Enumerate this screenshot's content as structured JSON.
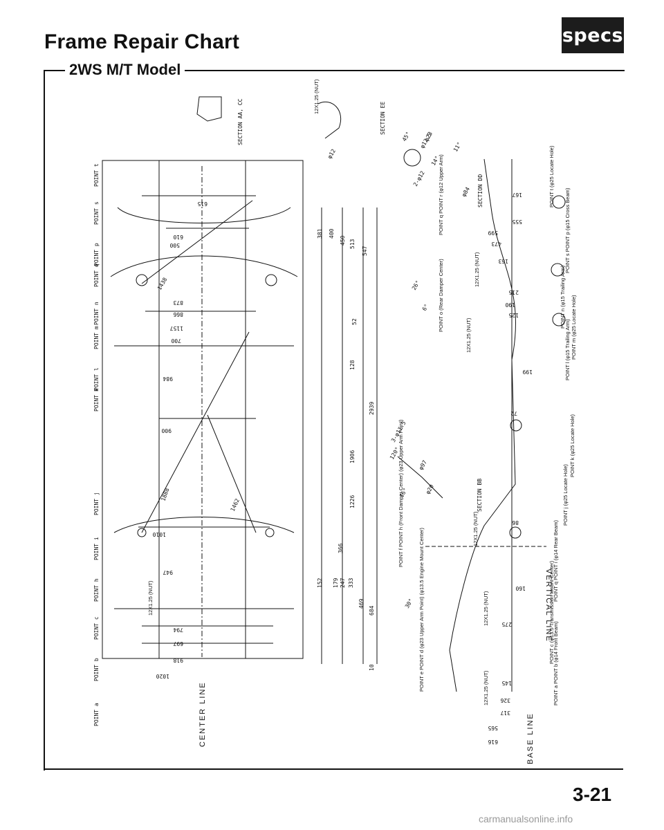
{
  "header": {
    "title": "Frame Repair Chart",
    "badge": "specs",
    "subtitle": "2WS M/T Model"
  },
  "footer": {
    "page_number": "3-21",
    "watermark": "carmanualsonline.info"
  },
  "diagram": {
    "side_labels": {
      "center_line": "CENTER LINE",
      "base_line": "BASE LINE",
      "vertical_line": "VERTICAL LINE"
    },
    "sections": [
      "SECTION AA, CC",
      "SECTION EE",
      "SECTION DD",
      "SECTION BB"
    ],
    "left_points": [
      "POINT t",
      "POINT s",
      "POINT p",
      "POINT q",
      "POINT n",
      "POINT m",
      "POINT l",
      "POINT k",
      "POINT j",
      "POINT i",
      "POINT h",
      "POINT c",
      "POINT b",
      "POINT a"
    ],
    "right_point_notes": [
      {
        "point": "POINT t",
        "note": "(φ25 Locate Hole)"
      },
      {
        "point": "POINT s  POINT p",
        "note": "(φ15 Cross Beam)"
      },
      {
        "point": "POINT n",
        "note": "(φ15 Trailing Arm)"
      },
      {
        "point": "POINT m",
        "note": "(φ25 Locate Hole)"
      },
      {
        "point": "POINT l",
        "note": "(φ15 Trailing Arm)"
      },
      {
        "point": "POINT k",
        "note": "(φ25 Locate Hole)"
      },
      {
        "point": "POINT j",
        "note": "(φ25 Locate Hole)"
      },
      {
        "point": "POINT q  POINT i",
        "note": "(φ14 Rear Beam)"
      },
      {
        "point": "POINT c",
        "note": "(φ13.5 Transmission Mount Center)"
      },
      {
        "point": "POINT a  POINT b",
        "note": "(φ14 Front Beam)"
      },
      {
        "point": "POINT o",
        "note": "(Rear Damper Center)"
      },
      {
        "point": "POINT q  POINT r",
        "note": "(φ12 Upper Arm)"
      },
      {
        "point": "POINT f  POINT h",
        "note": "(Front Damper Center) (φ23 Upper Arm Point)"
      },
      {
        "point": "POINT e  POINT d",
        "note": "(φ23 Upper Arm Point) (φ13.5 Engine Mount Center)"
      }
    ],
    "nut_label": "12X1.25 (NUT)",
    "plan_dims_top": [
      "615",
      "610",
      "500",
      "873",
      "866",
      "1157",
      "700",
      "984",
      "900",
      "1010",
      "947",
      "794",
      "697",
      "918",
      "1020"
    ],
    "plan_dims_right": [
      "381",
      "400",
      "450",
      "513",
      "547",
      "52",
      "128",
      "2939",
      "1906",
      "1226",
      "366",
      "247",
      "179",
      "152",
      "333",
      "469",
      "684",
      "10"
    ],
    "plan_diagonals": [
      "1438",
      "1888",
      "1462"
    ],
    "side_dims": [
      "555",
      "599",
      "473",
      "163",
      "215",
      "190",
      "125",
      "199",
      "72",
      "86",
      "160",
      "275",
      "145",
      "326",
      "317",
      "565",
      "616",
      "167"
    ],
    "section_angles": [
      "45°",
      "φ12.5",
      "14°",
      "11°",
      "26°",
      "6°",
      "120°",
      "3-φ11.5",
      "φ97",
      "16°",
      "φ20",
      "φ23",
      "φ12",
      "30°",
      "2-φ12",
      "φ84"
    ]
  }
}
